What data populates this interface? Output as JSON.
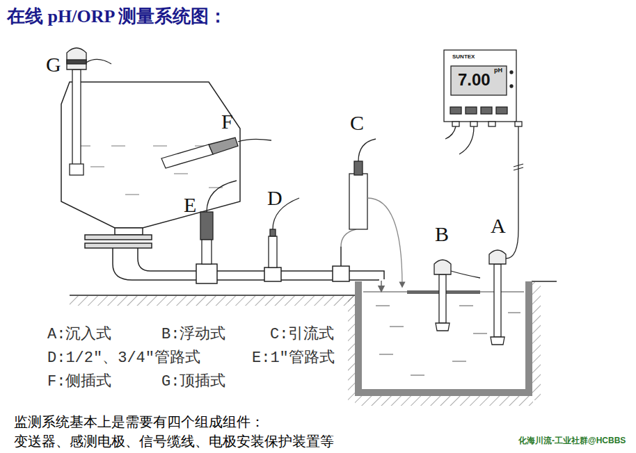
{
  "diagram": {
    "title": "在线 pH/ORP 测量系统图：",
    "labels": [
      "G",
      "F",
      "C",
      "E",
      "D",
      "B",
      "A",
      "SUNTEX",
      "7.00",
      "pH",
      "A:沉入式",
      "B:浮动式",
      "C:引流式",
      "D:1/2″、3/4″管路式",
      "E:1″管路式",
      "F:侧插式",
      "G:顶插式",
      "监测系统基本上是需要有四个组成组件：",
      "变送器、感测电极、信号缆线、电极安装保护装置等",
      "化海川流-工业社群@HCBBS"
    ]
  }
}
